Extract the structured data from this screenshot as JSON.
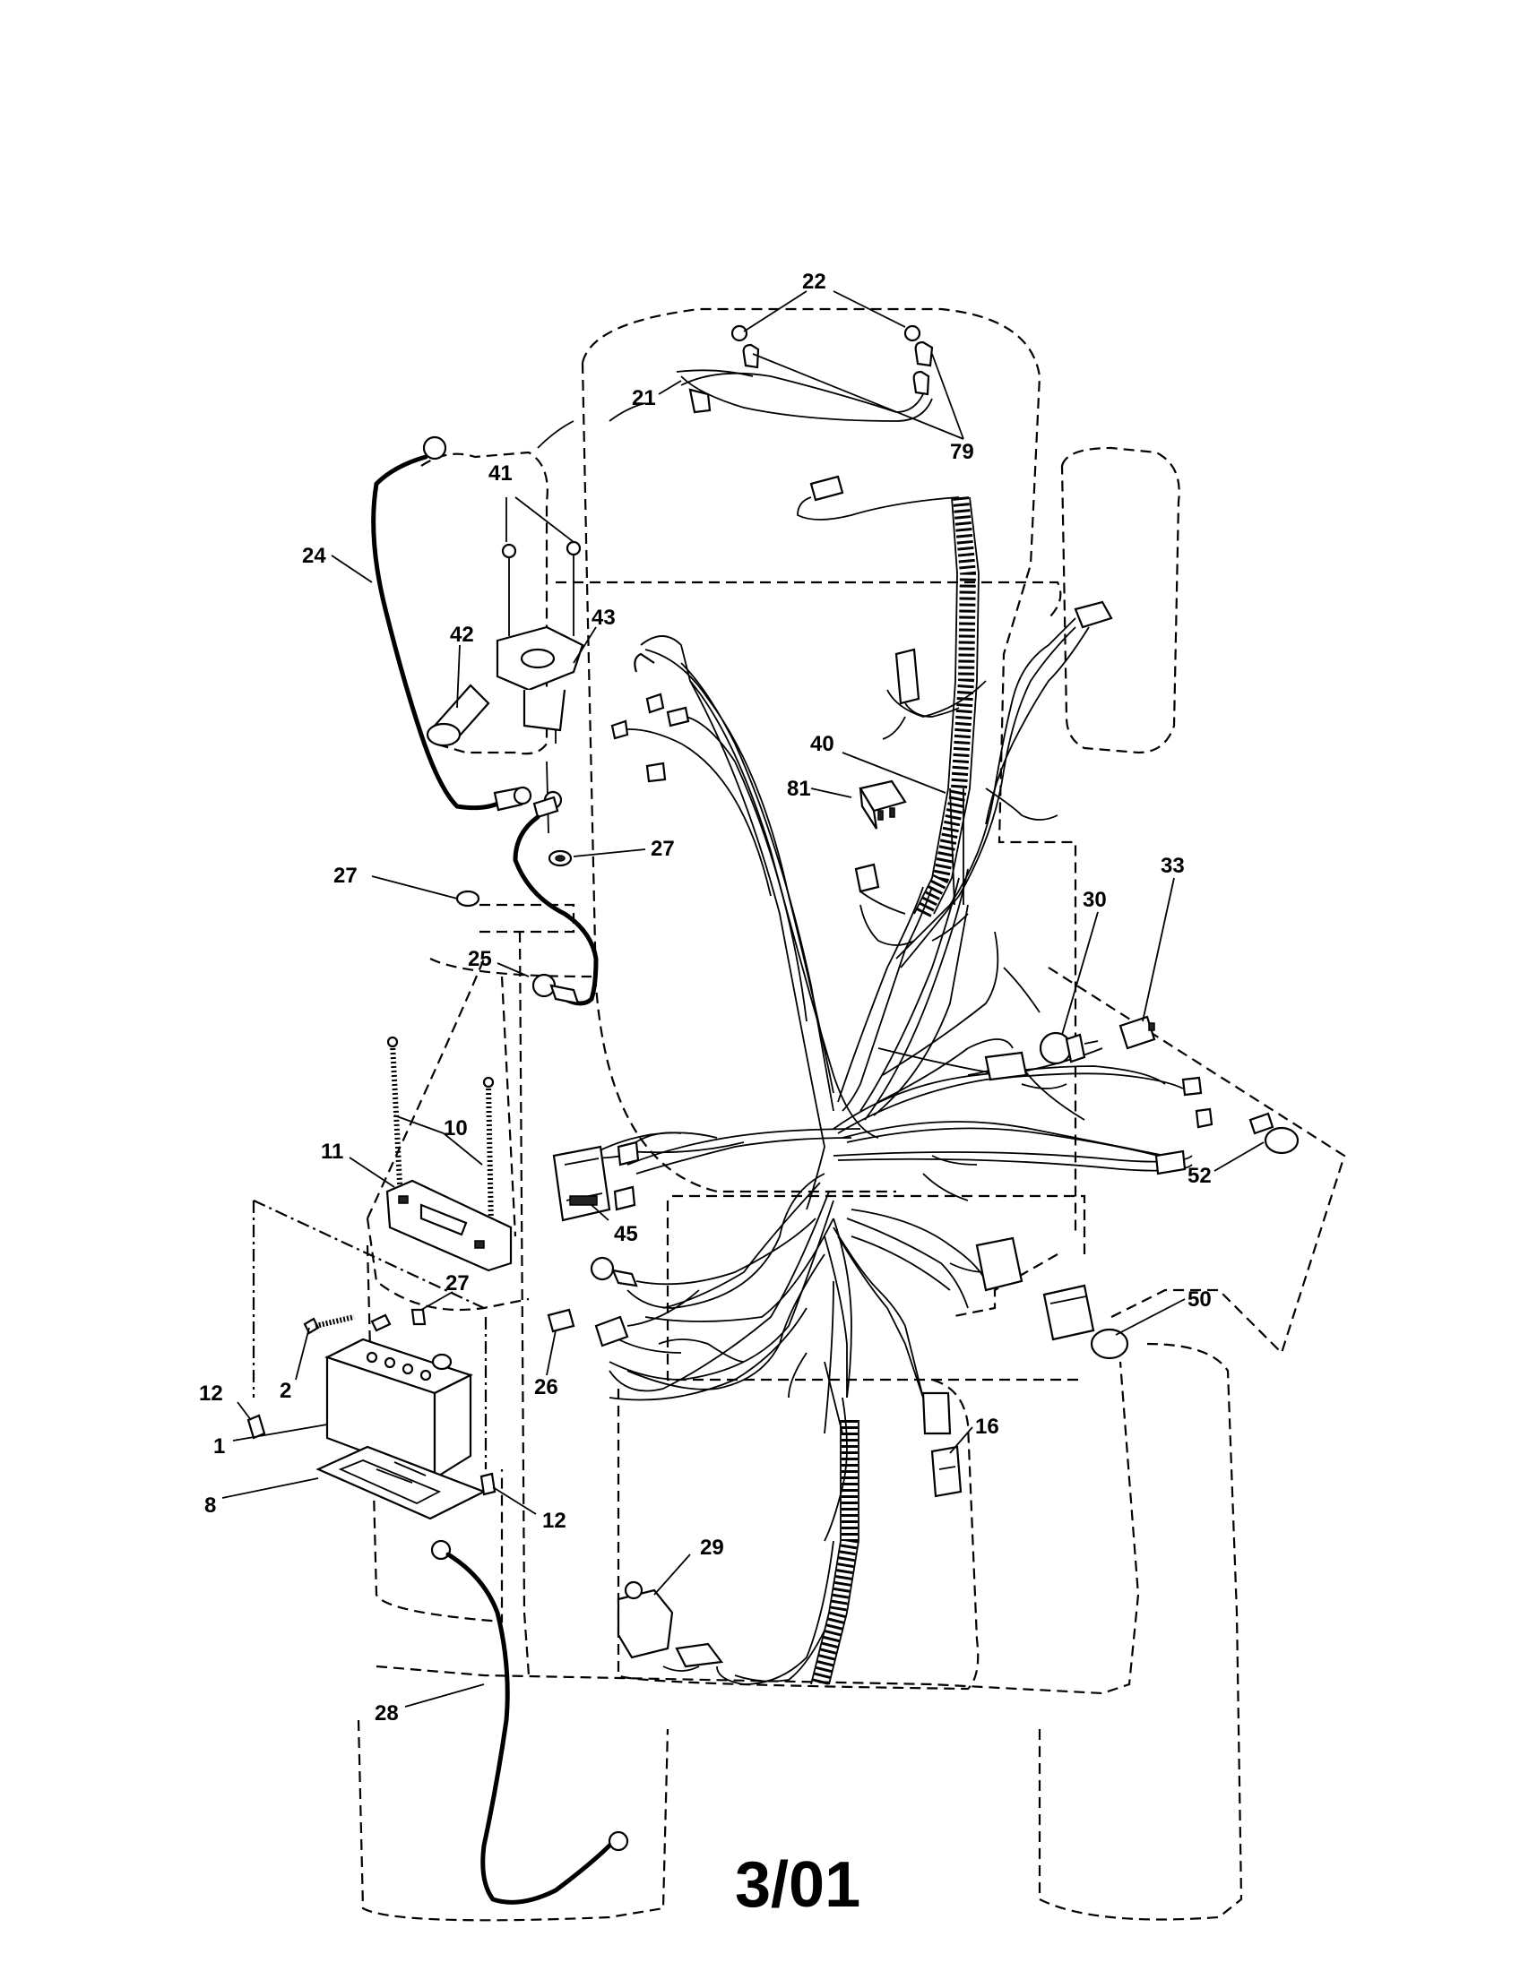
{
  "callouts": [
    {
      "id": "22",
      "text": "22"
    },
    {
      "id": "21",
      "text": "21"
    },
    {
      "id": "79",
      "text": "79"
    },
    {
      "id": "41",
      "text": "41"
    },
    {
      "id": "24",
      "text": "24"
    },
    {
      "id": "42",
      "text": "42"
    },
    {
      "id": "43",
      "text": "43"
    },
    {
      "id": "40",
      "text": "40"
    },
    {
      "id": "81",
      "text": "81"
    },
    {
      "id": "27a",
      "text": "27"
    },
    {
      "id": "27b",
      "text": "27"
    },
    {
      "id": "25",
      "text": "25"
    },
    {
      "id": "33",
      "text": "33"
    },
    {
      "id": "30",
      "text": "30"
    },
    {
      "id": "10",
      "text": "10"
    },
    {
      "id": "11",
      "text": "11"
    },
    {
      "id": "45",
      "text": "45"
    },
    {
      "id": "52",
      "text": "52"
    },
    {
      "id": "27c",
      "text": "27"
    },
    {
      "id": "50",
      "text": "50"
    },
    {
      "id": "12a",
      "text": "12"
    },
    {
      "id": "2",
      "text": "2"
    },
    {
      "id": "26",
      "text": "26"
    },
    {
      "id": "16",
      "text": "16"
    },
    {
      "id": "1",
      "text": "1"
    },
    {
      "id": "8",
      "text": "8"
    },
    {
      "id": "12b",
      "text": "12"
    },
    {
      "id": "29",
      "text": "29"
    },
    {
      "id": "28",
      "text": "28"
    }
  ],
  "footer": {
    "date_code": "3/01"
  }
}
